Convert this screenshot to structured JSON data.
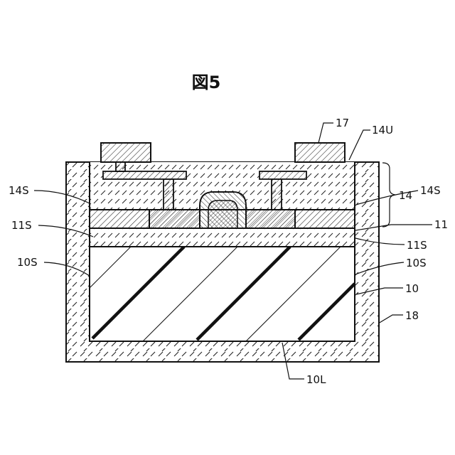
{
  "figure": {
    "title": "図5"
  },
  "labels": {
    "l17": "17",
    "l14U": "14U",
    "l14": "14",
    "l14S_left": "14S",
    "l14S_right": "14S",
    "l11": "11",
    "l11S_left": "11S",
    "l11S_right": "11S",
    "l10S_left": "10S",
    "l10S_right": "10S",
    "l10": "10",
    "l18": "18",
    "l10L": "10L"
  }
}
